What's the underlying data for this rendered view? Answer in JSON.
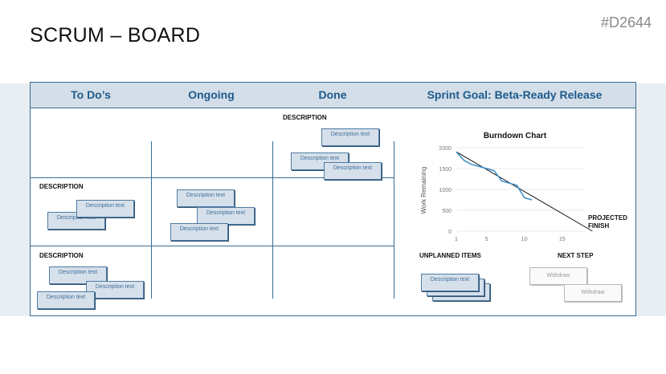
{
  "title": "SCRUM – BOARD",
  "code": "#D2644",
  "columns": [
    "To Do’s",
    "Ongoing",
    "Done",
    "Sprint Goal: Beta-Ready Release"
  ],
  "labels": {
    "description": "DESCRIPTION",
    "unplanned": "UNPLANNED ITEMS",
    "next_step": "NEXT STEP"
  },
  "note_text": "Description text",
  "withdraw": "Withdraw",
  "chart_data": {
    "type": "line",
    "title": "Burndown Chart",
    "ylabel": "Work Remaining",
    "x_ticks": [
      1,
      5,
      10,
      15
    ],
    "y_ticks": [
      0,
      500,
      1000,
      1500,
      2000
    ],
    "xlim": [
      1,
      18
    ],
    "ylim": [
      0,
      2000
    ],
    "series": [
      {
        "x": [
          1,
          2,
          3,
          4,
          5,
          6,
          7,
          8,
          9,
          10,
          11
        ],
        "values": [
          1900,
          1700,
          1600,
          1550,
          1500,
          1450,
          1200,
          1150,
          1100,
          800,
          750
        ]
      }
    ],
    "projection": {
      "x": [
        1,
        19
      ],
      "values": [
        1900,
        0
      ]
    },
    "annotation": "PROJECTED FINISH"
  }
}
